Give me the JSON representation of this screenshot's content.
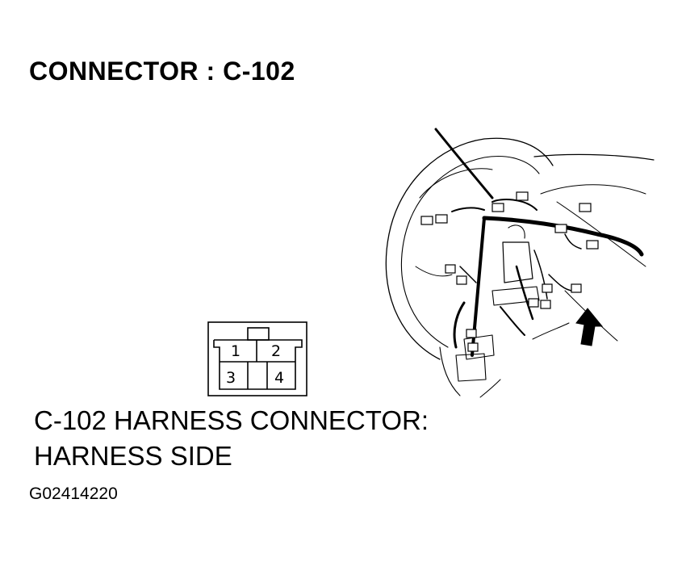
{
  "title": "CONNECTOR : C-102",
  "connector": {
    "pins": [
      "1",
      "2",
      "3",
      "4"
    ]
  },
  "caption": {
    "line1": "C-102 HARNESS CONNECTOR:",
    "line2": "HARNESS SIDE"
  },
  "figure_code": "G02414220"
}
